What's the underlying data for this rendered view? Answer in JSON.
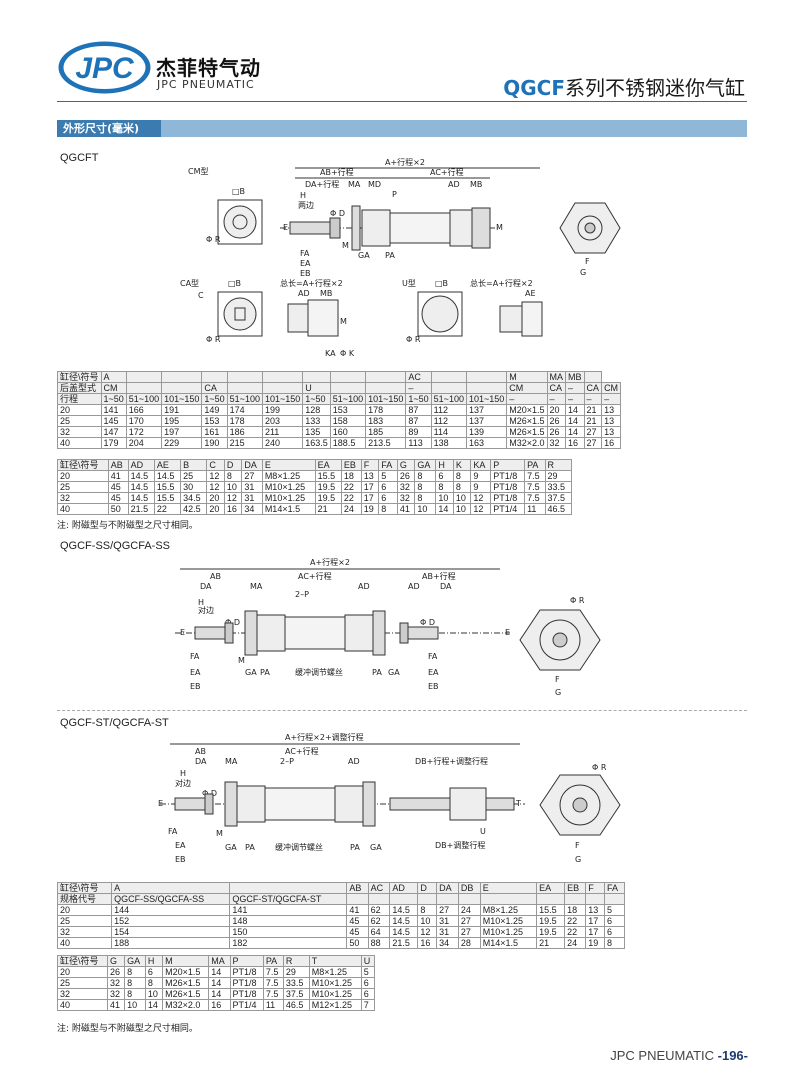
{
  "header": {
    "logo_text": "JPC",
    "brand_cn": "杰菲特气动",
    "brand_en": "JPC PNEUMATIC",
    "series_prefix": "QGCF",
    "series_rest": "系列不锈钢迷你气缸",
    "brand_color": "#1e73b8"
  },
  "section": {
    "label": "外形尺寸(毫米)"
  },
  "qgcft": {
    "title": "QGCFT",
    "labels": {
      "cm": "CM型",
      "ca": "CA型",
      "u": "U型",
      "a_total": "A+行程×2",
      "ab": "AB+行程",
      "ac": "AC+行程",
      "da": "DA+行程",
      "ma": "MA",
      "md": "MD",
      "ad": "AD",
      "mb": "MB",
      "p": "P",
      "h": "H",
      "two_sides": "两边",
      "phi_d": "Φ D",
      "phi_r": "Φ R",
      "phi_k": "Φ K",
      "box_b": "□B",
      "c": "C",
      "e": "E",
      "fa": "FA",
      "ea": "EA",
      "eb": "EB",
      "m": "M",
      "ga": "GA",
      "pa": "PA",
      "f": "F",
      "g": "G",
      "ka": "KA",
      "s_total_a": "总长=A+行程×2",
      "s_total_u": "总长=A+行程×2",
      "ae": "AE"
    },
    "table1": {
      "rows": [
        [
          "缸径\\符号",
          "A",
          "",
          "",
          "",
          "",
          "",
          "",
          "",
          "",
          "AC",
          "",
          "",
          "M",
          "MA",
          "MB",
          ""
        ],
        [
          "后盖型式",
          "CM",
          "",
          "",
          "CA",
          "",
          "",
          "U",
          "",
          "",
          "–",
          "",
          "",
          "CM",
          "CA",
          "–",
          "CA",
          "CM"
        ],
        [
          "行程",
          "1~50",
          "51~100",
          "101~150",
          "1~50",
          "51~100",
          "101~150",
          "1~50",
          "51~100",
          "101~150",
          "1~50",
          "51~100",
          "101~150",
          "–",
          "–",
          "–",
          "–",
          "–"
        ],
        [
          "20",
          "141",
          "166",
          "191",
          "149",
          "174",
          "199",
          "128",
          "153",
          "178",
          "87",
          "112",
          "137",
          "M20×1.5",
          "20",
          "14",
          "21",
          "13"
        ],
        [
          "25",
          "145",
          "170",
          "195",
          "153",
          "178",
          "203",
          "133",
          "158",
          "183",
          "87",
          "112",
          "137",
          "M26×1.5",
          "26",
          "14",
          "21",
          "13"
        ],
        [
          "32",
          "147",
          "172",
          "197",
          "161",
          "186",
          "211",
          "135",
          "160",
          "185",
          "89",
          "114",
          "139",
          "M26×1.5",
          "26",
          "14",
          "27",
          "13"
        ],
        [
          "40",
          "179",
          "204",
          "229",
          "190",
          "215",
          "240",
          "163.5",
          "188.5",
          "213.5",
          "113",
          "138",
          "163",
          "M32×2.0",
          "32",
          "16",
          "27",
          "16"
        ]
      ]
    },
    "table2": {
      "rows": [
        [
          "缸径\\符号",
          "AB",
          "AD",
          "AE",
          "B",
          "C",
          "D",
          "DA",
          "E",
          "EA",
          "EB",
          "F",
          "FA",
          "G",
          "GA",
          "H",
          "K",
          "KA",
          "P",
          "PA",
          "R"
        ],
        [
          "20",
          "41",
          "14.5",
          "14.5",
          "25",
          "12",
          "8",
          "27",
          "M8×1.25",
          "15.5",
          "18",
          "13",
          "5",
          "26",
          "8",
          "6",
          "8",
          "9",
          "PT1/8",
          "7.5",
          "29"
        ],
        [
          "25",
          "45",
          "14.5",
          "15.5",
          "30",
          "12",
          "10",
          "31",
          "M10×1.25",
          "19.5",
          "22",
          "17",
          "6",
          "32",
          "8",
          "8",
          "8",
          "9",
          "PT1/8",
          "7.5",
          "33.5"
        ],
        [
          "32",
          "45",
          "14.5",
          "15.5",
          "34.5",
          "20",
          "12",
          "31",
          "M10×1.25",
          "19.5",
          "22",
          "17",
          "6",
          "32",
          "8",
          "10",
          "10",
          "12",
          "PT1/8",
          "7.5",
          "37.5"
        ],
        [
          "40",
          "50",
          "21.5",
          "22",
          "42.5",
          "20",
          "16",
          "34",
          "M14×1.5",
          "21",
          "24",
          "19",
          "8",
          "41",
          "10",
          "14",
          "10",
          "12",
          "PT1/4",
          "11",
          "46.5"
        ]
      ]
    },
    "note": "注: 附磁型与不附磁型之尺寸相同。"
  },
  "ss": {
    "title": "QGCF-SS/QGCFA-SS",
    "labels": {
      "a_total": "A+行程×2",
      "ab": "AB",
      "ac": "AC+行程",
      "ab_stroke": "AB+行程",
      "da": "DA",
      "ma": "MA",
      "ad": "AD",
      "two_p": "2–P",
      "h": "H",
      "two_sides": "对边",
      "phi_d": "Φ D",
      "phi_r": "Φ R",
      "e": "E",
      "fa": "FA",
      "ea": "EA",
      "eb": "EB",
      "m": "M",
      "ga": "GA",
      "pa": "PA",
      "f": "F",
      "g": "G",
      "buffer": "缓冲调节螺丝"
    }
  },
  "st": {
    "title": "QGCF-ST/QGCFA-ST",
    "labels": {
      "a_total": "A+行程×2+调整行程",
      "ab": "AB",
      "ac": "AC+行程",
      "da": "DA",
      "ma": "MA",
      "two_p": "2–P",
      "ad": "AD",
      "db": "DB+行程+调整行程",
      "h": "H",
      "two_sides": "对边",
      "phi_d": "Φ D",
      "phi_r": "Φ R",
      "e": "E",
      "fa": "FA",
      "ea": "EA",
      "eb": "EB",
      "m": "M",
      "ga": "GA",
      "pa": "PA",
      "f": "F",
      "g": "G",
      "t": "T",
      "u": "U",
      "buffer": "缓冲调节螺丝",
      "db_adj": "DB+调整行程"
    },
    "table1": {
      "rows": [
        [
          "缸径\\符号",
          "A",
          "",
          "AB",
          "AC",
          "AD",
          "D",
          "DA",
          "DB",
          "E",
          "EA",
          "EB",
          "F",
          "FA"
        ],
        [
          "规格代号",
          "QGCF-SS/QGCFA-SS",
          "QGCF-ST/QGCFA-ST",
          "",
          "",
          "",
          "",
          "",
          "",
          "",
          "",
          "",
          "",
          ""
        ],
        [
          "20",
          "144",
          "141",
          "41",
          "62",
          "14.5",
          "8",
          "27",
          "24",
          "M8×1.25",
          "15.5",
          "18",
          "13",
          "5"
        ],
        [
          "25",
          "152",
          "148",
          "45",
          "62",
          "14.5",
          "10",
          "31",
          "27",
          "M10×1.25",
          "19.5",
          "22",
          "17",
          "6"
        ],
        [
          "32",
          "154",
          "150",
          "45",
          "64",
          "14.5",
          "12",
          "31",
          "27",
          "M10×1.25",
          "19.5",
          "22",
          "17",
          "6"
        ],
        [
          "40",
          "188",
          "182",
          "50",
          "88",
          "21.5",
          "16",
          "34",
          "28",
          "M14×1.5",
          "21",
          "24",
          "19",
          "8"
        ]
      ]
    },
    "table2": {
      "rows": [
        [
          "缸径\\符号",
          "G",
          "GA",
          "H",
          "M",
          "MA",
          "P",
          "PA",
          "R",
          "T",
          "U"
        ],
        [
          "20",
          "26",
          "8",
          "6",
          "M20×1.5",
          "14",
          "PT1/8",
          "7.5",
          "29",
          "M8×1.25",
          "5"
        ],
        [
          "25",
          "32",
          "8",
          "8",
          "M26×1.5",
          "14",
          "PT1/8",
          "7.5",
          "33.5",
          "M10×1.25",
          "6"
        ],
        [
          "32",
          "32",
          "8",
          "10",
          "M26×1.5",
          "14",
          "PT1/8",
          "7.5",
          "37.5",
          "M10×1.25",
          "6"
        ],
        [
          "40",
          "41",
          "10",
          "14",
          "M32×2.0",
          "16",
          "PT1/4",
          "11",
          "46.5",
          "M12×1.25",
          "7"
        ]
      ]
    },
    "note": "注: 附磁型与不附磁型之尺寸相同。"
  },
  "footer": {
    "brand": "JPC PNEUMATIC",
    "page": "-196-"
  }
}
